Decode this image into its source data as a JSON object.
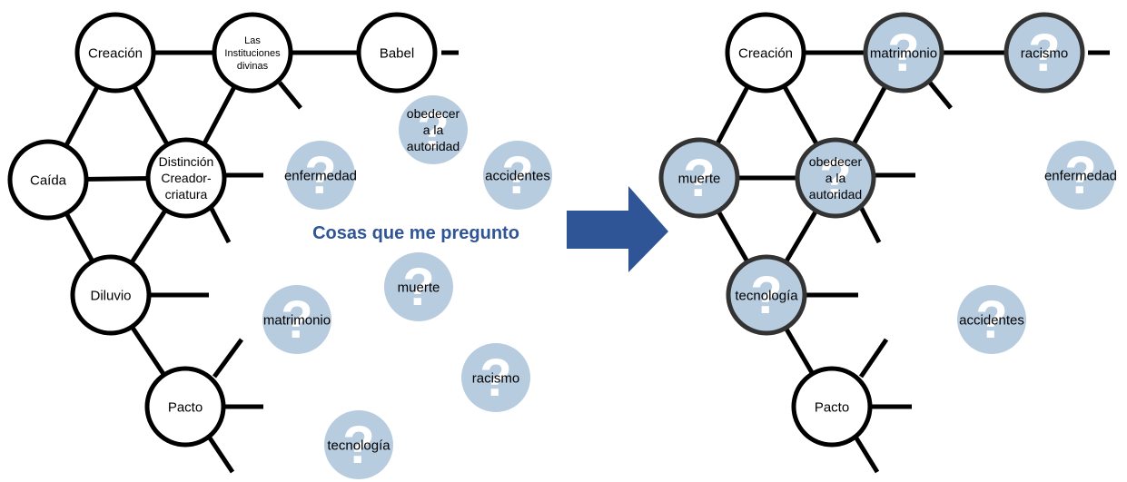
{
  "colors": {
    "line": "#000000",
    "node_fill": "#ffffff",
    "question_fill": "#b8cce0",
    "question_mark": "#ffffff",
    "arrow": "#2f5597",
    "title": "#2f5597"
  },
  "title": "Cosas que me pregunto",
  "left": {
    "nodes": {
      "creacion": "Creación",
      "instituciones": [
        "Las",
        "Instituciones",
        "divinas"
      ],
      "babel": "Babel",
      "caida": "Caída",
      "distincion": [
        "Distinción",
        "Creador-",
        "criatura"
      ],
      "diluvio": "Diluvio",
      "pacto": "Pacto"
    },
    "questions": {
      "obedecer": [
        "obedecer",
        "a la",
        "autoridad"
      ],
      "enfermedad": "enfermedad",
      "accidentes": "accidentes",
      "muerte": "muerte",
      "matrimonio": "matrimonio",
      "racismo": "racismo",
      "tecnologia": "tecnología"
    }
  },
  "right": {
    "nodes": {
      "creacion": "Creación",
      "pacto": "Pacto"
    },
    "placed": {
      "matrimonio": "matrimonio",
      "racismo": "racismo",
      "muerte": "muerte",
      "obedecer": [
        "obedecer",
        "a la",
        "autoridad"
      ],
      "tecnologia": "tecnología"
    },
    "questions": {
      "enfermedad": "enfermedad",
      "accidentes": "accidentes"
    }
  },
  "question_icon": "question-mark-icon"
}
